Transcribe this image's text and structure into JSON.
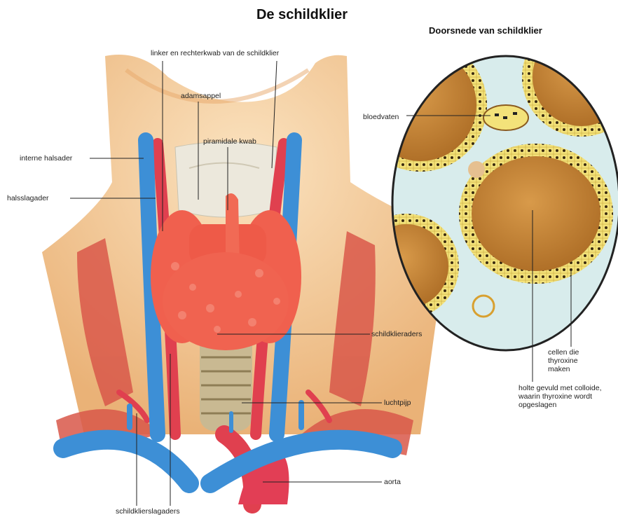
{
  "title": "De schildklier",
  "subtitle": "Doorsnede van schildklier",
  "labels": {
    "kwabben": "linker  en rechterkwab van de schildklier",
    "adamsappel": "adamsappel",
    "piramidale": "piramidale kwab",
    "halsader": "interne halsader",
    "halsslagader": "halsslagader",
    "schildklieraders": "schildklieraders",
    "luchtpijp": "luchtpijp",
    "aorta": "aorta",
    "schildklierslagaders": "schildklierslagaders",
    "bloedvaten": "bloedvaten",
    "cellen": "cellen die thyroxine maken",
    "holte": "holte gevuld met colloide, waarin thyroxine wordt opgeslagen"
  },
  "colors": {
    "skin": "#f3c68f",
    "vein": "#3d8fd6",
    "artery": "#e0404f",
    "thyroid": "#f0604e",
    "colloid": "#c98a3a",
    "follicle_ring": "#f3e27a",
    "interstitium": "#d8ecec"
  }
}
